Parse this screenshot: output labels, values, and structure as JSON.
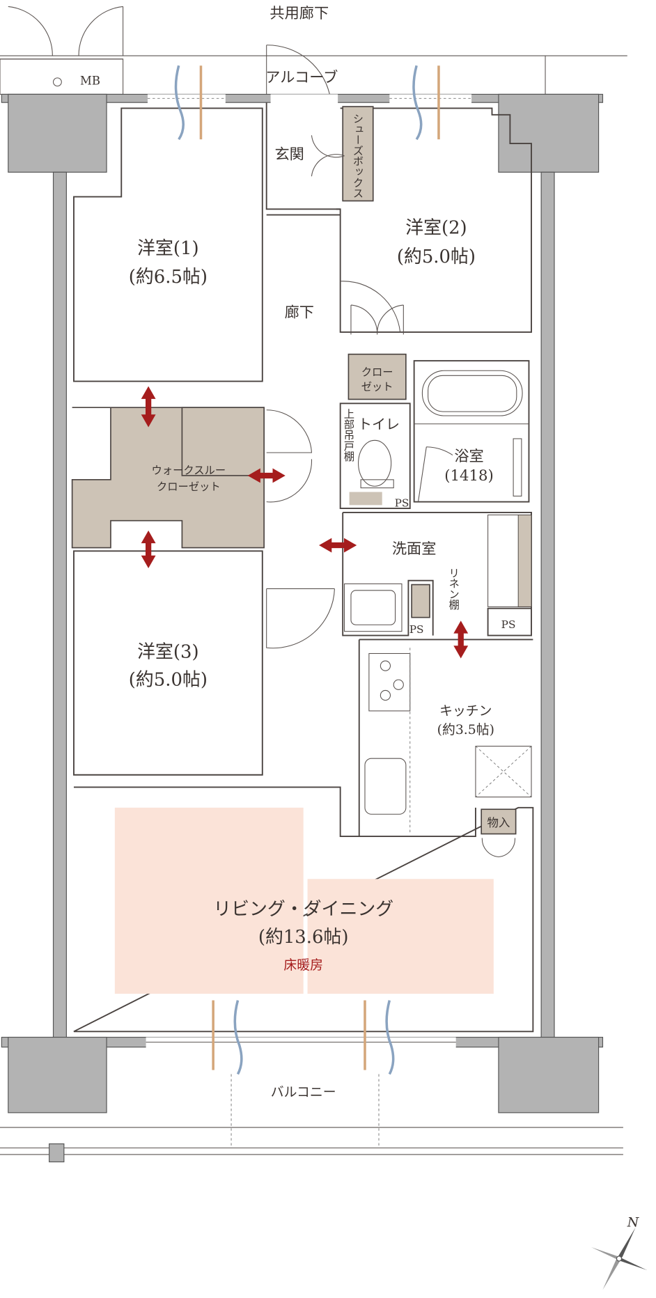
{
  "outside": {
    "common_corridor": "共用廊下",
    "alcove": "アルコーブ",
    "meter_box": "MB",
    "balcony": "バルコニー",
    "north": "N"
  },
  "rooms": {
    "entrance": "玄関",
    "shoe_box": "シューズボックス",
    "hallway": "廊下",
    "western_1": {
      "name": "洋室(1)",
      "size": "(約6.5帖)"
    },
    "western_2": {
      "name": "洋室(2)",
      "size": "(約5.0帖)"
    },
    "western_3": {
      "name": "洋室(3)",
      "size": "(約5.0帖)"
    },
    "closet": {
      "line1": "クロー",
      "line2": "ゼット"
    },
    "walk_through_closet": {
      "line1": "ウォークスルー",
      "line2": "クローゼット"
    },
    "toilet": "トイレ",
    "upper_cabinet": "上部吊戸棚",
    "bathroom": {
      "name": "浴室",
      "size": "(1418)"
    },
    "washroom": "洗面室",
    "linen_shelf": "リネン棚",
    "ps_1": "PS",
    "ps_2": "PS",
    "ps_3": "PS",
    "kitchen": {
      "name": "キッチン",
      "size": "(約3.5帖)"
    },
    "storage": "物入",
    "living_dining": {
      "name": "リビング・ダイニング",
      "size": "(約13.6帖)",
      "floor_heating": "床暖房"
    }
  },
  "colors": {
    "wall": "#b3b3b3",
    "closet": "#cdc3b6",
    "floor_heating": "#fbe3d8",
    "arrow": "#a51d1d",
    "text": "#3a3330"
  }
}
